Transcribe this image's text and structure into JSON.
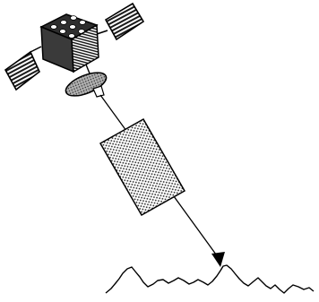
{
  "figure": {
    "elements": [
      "satellite",
      "solar-panel-left",
      "solar-panel-right",
      "dish-antenna",
      "signal-beam",
      "sensor-swath",
      "terrain-profile"
    ],
    "colors": {
      "ink": "#000000",
      "paper": "#ffffff",
      "fill_dark": "#3a3a3a",
      "fill_gray": "#8a8a8a"
    }
  }
}
